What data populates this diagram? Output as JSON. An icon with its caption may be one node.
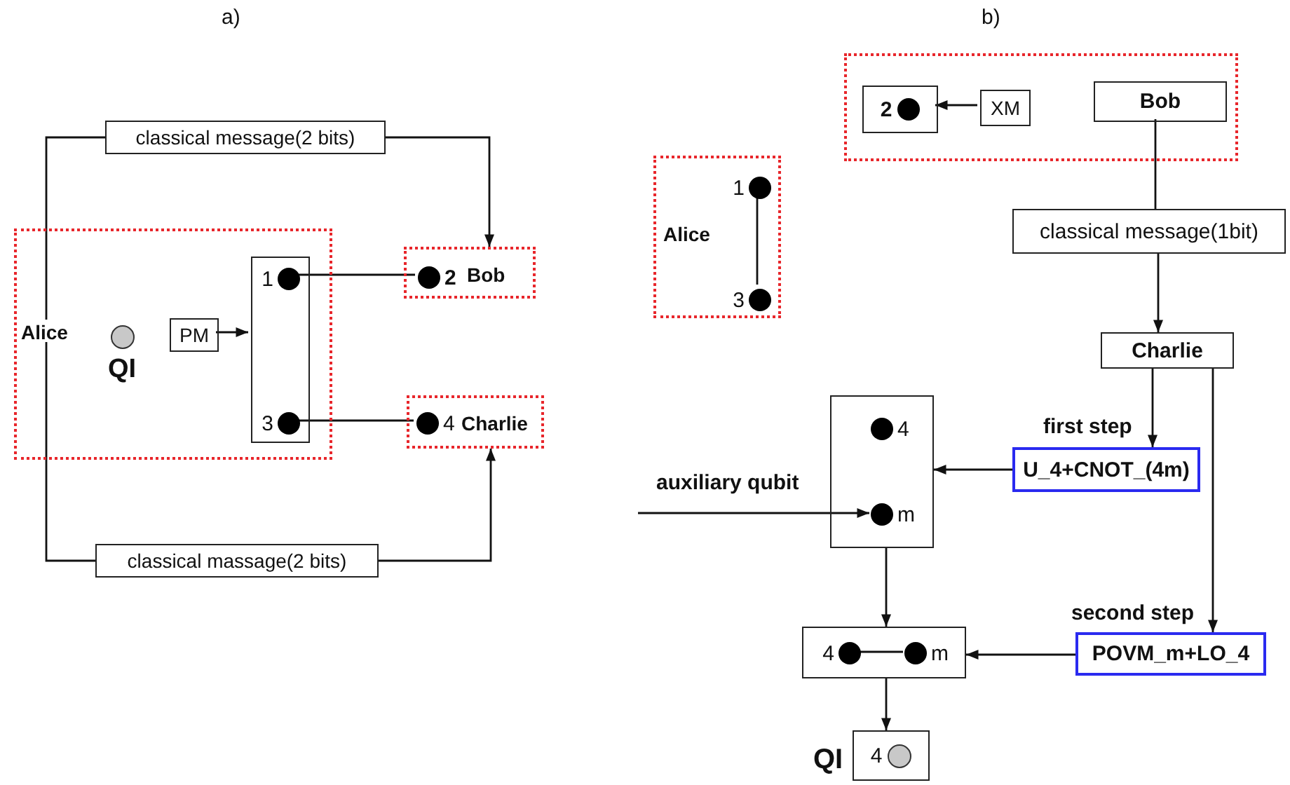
{
  "diagram": {
    "nodes": [
      {
        "text": [
          "Alice"
        ]
      },
      {
        "text": [
          "QI"
        ],
        "in": 0
      },
      {
        "text": [
          "PM"
        ],
        "in": 0
      },
      {
        "text": [],
        "shape": "box",
        "in": 0
      },
      {
        "text": [
          "1"
        ],
        "in": 3
      },
      {
        "text": [
          "3"
        ],
        "in": 3
      },
      {
        "text": [
          "Bob"
        ]
      },
      {
        "text": [
          "2"
        ],
        "in": 6
      },
      {
        "text": [
          "Charlie"
        ]
      },
      {
        "text": [
          "4"
        ],
        "in": 8
      },
      {
        "text": [
          "classical message(2 bits)"
        ]
      },
      {
        "text": [
          "classical massage(2 bits)"
        ]
      },
      {
        "text": [],
        "shape": "box"
      },
      {
        "text": [
          "2"
        ],
        "in": 12
      },
      {
        "text": [
          "XM"
        ],
        "in": 12
      },
      {
        "text": [
          "Bob"
        ],
        "in": 12
      },
      {
        "text": [
          "Alice"
        ]
      },
      {
        "text": [
          "1"
        ],
        "in": 16
      },
      {
        "text": [
          "3"
        ],
        "in": 16
      },
      {
        "text": [
          "classical message(1bit)"
        ]
      },
      {
        "text": [
          "Charlie"
        ]
      },
      {
        "text": [
          "U_4+CNOT_(4m)"
        ],
        "beside": [
          "first step"
        ]
      },
      {
        "text": [
          "POVM_m+LO_4"
        ],
        "beside": [
          "second step"
        ]
      },
      {
        "text": [],
        "shape": "box"
      },
      {
        "text": [
          "4"
        ],
        "in": 23
      },
      {
        "text": [
          "m"
        ],
        "in": 23
      },
      {
        "text": [],
        "shape": "box"
      },
      {
        "text": [
          "4"
        ],
        "in": 26
      },
      {
        "text": [
          "m"
        ],
        "in": 26
      },
      {
        "text": [
          "4"
        ],
        "beside": [
          "QI"
        ]
      }
    ],
    "edges": [
      {
        "from": 2,
        "to": 3,
        "arrow": "to"
      },
      {
        "from": 4,
        "to": 7,
        "arrow": "none"
      },
      {
        "from": 5,
        "to": 9,
        "arrow": "none"
      },
      {
        "from": 0,
        "to": 10,
        "arrow": "none"
      },
      {
        "from": 10,
        "to": 6,
        "arrow": "to"
      },
      {
        "from": 0,
        "to": 11,
        "arrow": "none"
      },
      {
        "from": 11,
        "to": 8,
        "arrow": "to"
      },
      {
        "from": 14,
        "to": 13,
        "arrow": "to"
      },
      {
        "from": 17,
        "to": 18,
        "arrow": "none"
      },
      {
        "from": 15,
        "to": 19,
        "arrow": "none"
      },
      {
        "from": 19,
        "to": 20,
        "arrow": "to"
      },
      {
        "from": 20,
        "to": 21,
        "arrow": "to"
      },
      {
        "from": 20,
        "to": 22,
        "arrow": "to"
      },
      {
        "from": 21,
        "to": 23,
        "arrow": "to"
      },
      {
        "from": 22,
        "to": 26,
        "arrow": "to"
      },
      {
        "from": 23,
        "to": 26,
        "arrow": "to"
      },
      {
        "from": 26,
        "to": 29,
        "arrow": "to"
      },
      {
        "from": null,
        "to": 25,
        "arrow": "to",
        "label": "auxiliary qubit"
      },
      {
        "from": 27,
        "to": 28,
        "arrow": "none"
      }
    ],
    "labels": [
      "a)",
      "b)"
    ]
  }
}
